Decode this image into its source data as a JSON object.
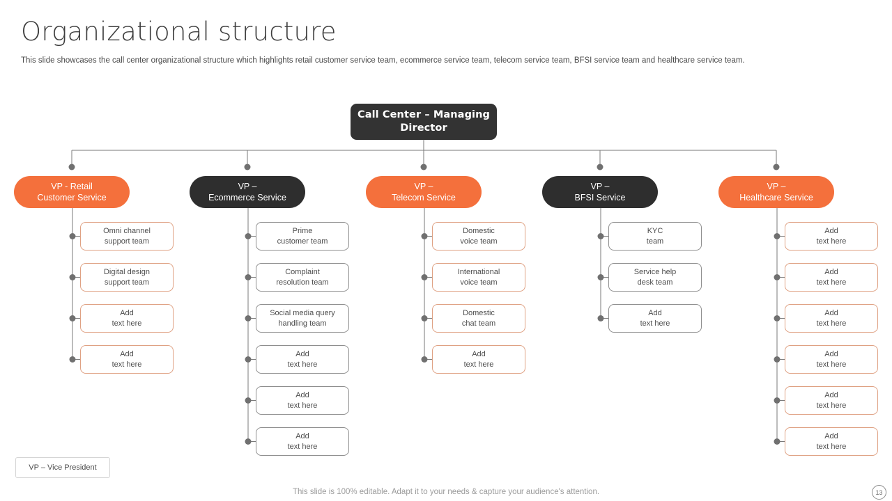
{
  "slide": {
    "title": "Organizational structure",
    "subtitle": "This slide showcases the call center organizational structure which highlights retail customer service team, ecommerce service team, telecom service team, BFSI service team and healthcare service team.",
    "footer_note": "This slide is 100% editable. Adapt it to your needs & capture your audience's attention.",
    "page_number": "13",
    "legend": "VP – Vice President"
  },
  "colors": {
    "accent": "#F4703C",
    "dark": "#2e2e2e",
    "root": "#333333",
    "connector": "#7a7a7a",
    "accent_border": "#dfa183",
    "dark_border": "#8e8e8e",
    "text": "#4d4d4d"
  },
  "chart_data": {
    "type": "diagram",
    "title": "Organizational structure",
    "root": {
      "label": "Call Center –\nManaging Director",
      "style": "dark"
    },
    "columns": [
      {
        "vp": "VP - Retail\nCustomer Service",
        "style": "accent",
        "children": [
          "Omni channel\nsupport team",
          "Digital design\nsupport team",
          "Add\ntext here",
          "Add\ntext here"
        ]
      },
      {
        "vp": "VP –\nEcommerce Service",
        "style": "dark",
        "children": [
          "Prime\ncustomer team",
          "Complaint\nresolution team",
          "Social media query\nhandling team",
          "Add\ntext here",
          "Add\ntext here",
          "Add\ntext here"
        ]
      },
      {
        "vp": "VP –\nTelecom Service",
        "style": "accent",
        "children": [
          "Domestic\nvoice team",
          "International\nvoice team",
          "Domestic\nchat team",
          "Add\ntext here"
        ]
      },
      {
        "vp": "VP –\nBFSI Service",
        "style": "dark",
        "children": [
          "KYC\nteam",
          "Service help\ndesk team",
          "Add\ntext here"
        ]
      },
      {
        "vp": "VP –\nHealthcare Service",
        "style": "accent",
        "children": [
          "Add\ntext here",
          "Add\ntext here",
          "Add\ntext here",
          "Add\ntext here",
          "Add\ntext here",
          "Add\ntext here"
        ]
      }
    ]
  }
}
